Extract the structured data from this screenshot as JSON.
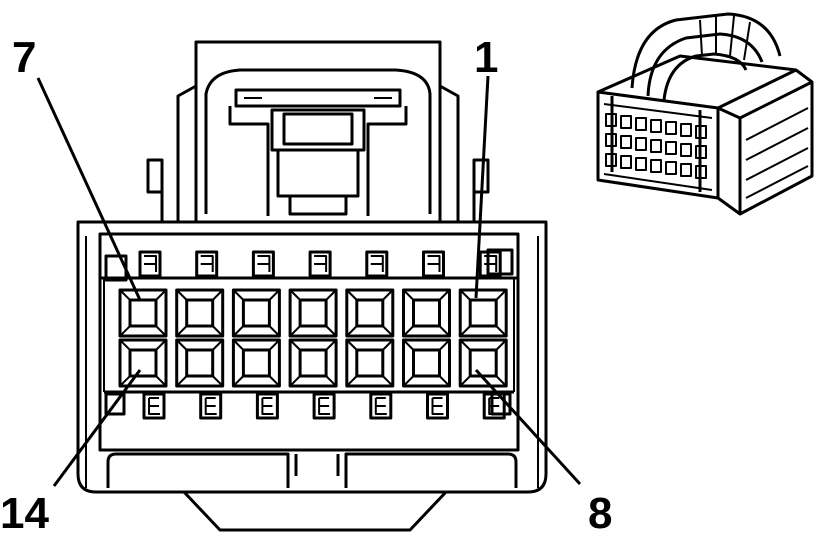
{
  "diagram": {
    "pin_labels": {
      "top_left": "7",
      "top_right": "1",
      "bottom_left": "14",
      "bottom_right": "8"
    },
    "cavity_rows": 2,
    "cavities_per_row": 7
  }
}
